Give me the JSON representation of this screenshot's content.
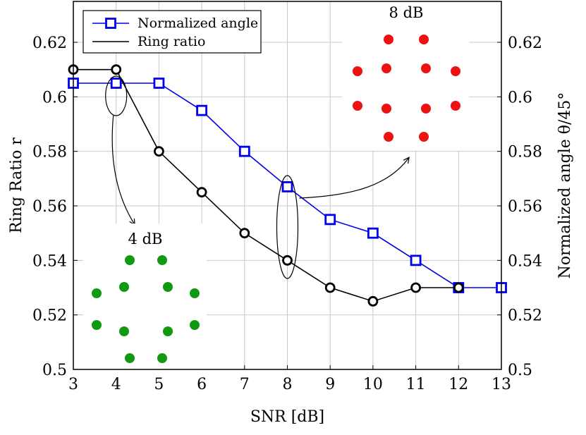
{
  "chart_data": {
    "type": "line",
    "xlabel": "SNR [dB]",
    "ylabel_left": "Ring Ratio r",
    "ylabel_right": "Normalized angle θ/45°",
    "xlim": [
      3,
      13
    ],
    "ylim": [
      0.5,
      0.635
    ],
    "x_ticks": [
      "3",
      "4",
      "5",
      "6",
      "7",
      "8",
      "9",
      "10",
      "11",
      "12",
      "13"
    ],
    "y_ticks": [
      "0.5",
      "0.52",
      "0.54",
      "0.56",
      "0.58",
      "0.6",
      "0.62"
    ],
    "grid": true,
    "legend_position": "top-left",
    "series": [
      {
        "name": "Normalized angle",
        "color": "#0000ee",
        "marker": "square",
        "x": [
          3,
          4,
          5,
          6,
          7,
          8,
          9,
          10,
          11,
          12,
          13
        ],
        "y": [
          0.605,
          0.605,
          0.605,
          0.595,
          0.58,
          0.567,
          0.555,
          0.55,
          0.54,
          0.53,
          0.53
        ]
      },
      {
        "name": "Ring ratio",
        "color": "#000000",
        "marker": "circle",
        "x": [
          3,
          4,
          5,
          6,
          7,
          8,
          9,
          10,
          11,
          12
        ],
        "y": [
          0.61,
          0.61,
          0.58,
          0.565,
          0.55,
          0.54,
          0.53,
          0.525,
          0.53,
          0.53
        ]
      }
    ],
    "annotations": [
      {
        "label": "4 dB",
        "points_at_x": 4,
        "dot_color": "#119911"
      },
      {
        "label": "8 dB",
        "points_at_x": 8,
        "dot_color": "#ee1111"
      }
    ]
  }
}
